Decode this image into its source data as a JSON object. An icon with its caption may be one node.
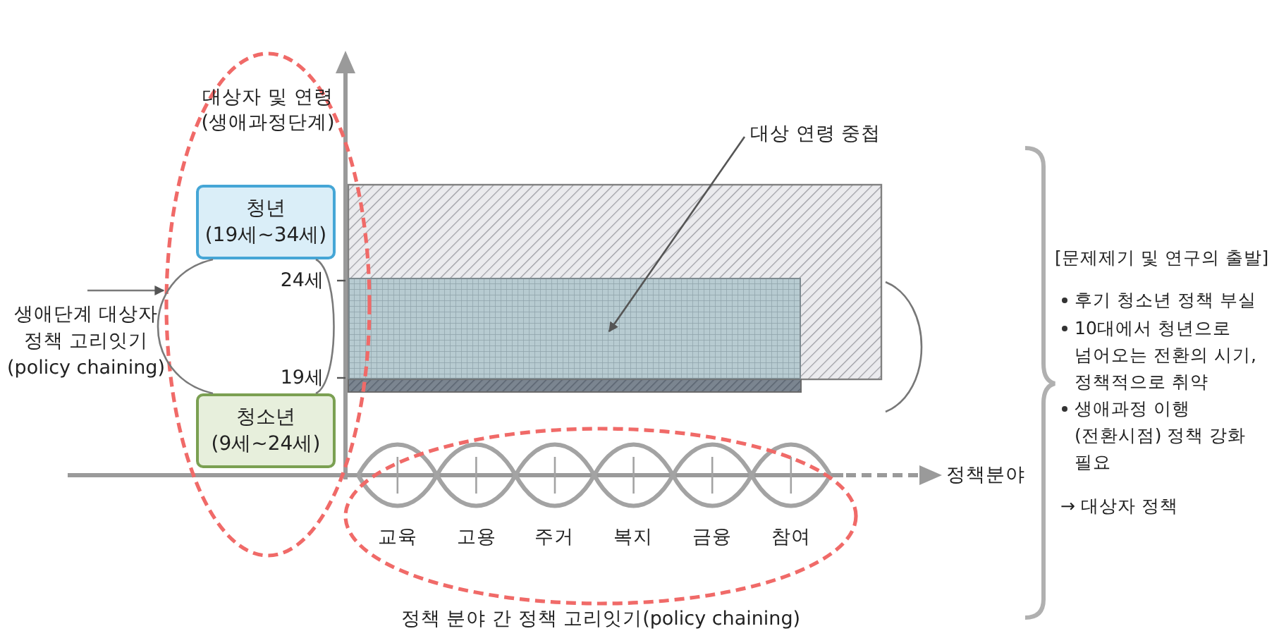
{
  "diagram": {
    "nodes": [
      {
        "text": [
          "대상자 및 연령 (생애과정단계)"
        ]
      },
      {
        "text": [
          "청년",
          "(19세~34세)"
        ],
        "in": 0
      },
      {
        "text": [
          "청소년",
          "(9세~24세)"
        ],
        "in": 0
      },
      {
        "text": [
          "대상 연령 중첩"
        ]
      },
      {
        "text": [],
        "shape": "box"
      },
      {
        "text": [
          "정책 분야 간 정책 고리잇기(policy chaining)"
        ]
      }
    ],
    "edges": [
      {
        "from": null,
        "to": 0,
        "arrow": "to"
      },
      {
        "from": 1,
        "to": 2,
        "arrow": "none"
      },
      {
        "from": 1,
        "to": 2,
        "arrow": "none"
      },
      {
        "from": 3,
        "to": 4,
        "arrow": "to"
      }
    ],
    "labels": [
      "24세",
      "19세",
      "정책분야",
      "교육",
      "고용",
      "주거",
      "복지",
      "금융",
      "참여",
      "생애단계 대상자 정책 고리잇기 (policy chaining)",
      "[문제제기 및 연구의 출발]",
      "후기 청소년 정책 부실",
      "10대에서 청년으로 넘어오는 전환의 시기, 정책적으로 취약",
      "생애과정 이행 (전환시점) 정책 강화 필요",
      "→ 대상자 정책"
    ]
  }
}
